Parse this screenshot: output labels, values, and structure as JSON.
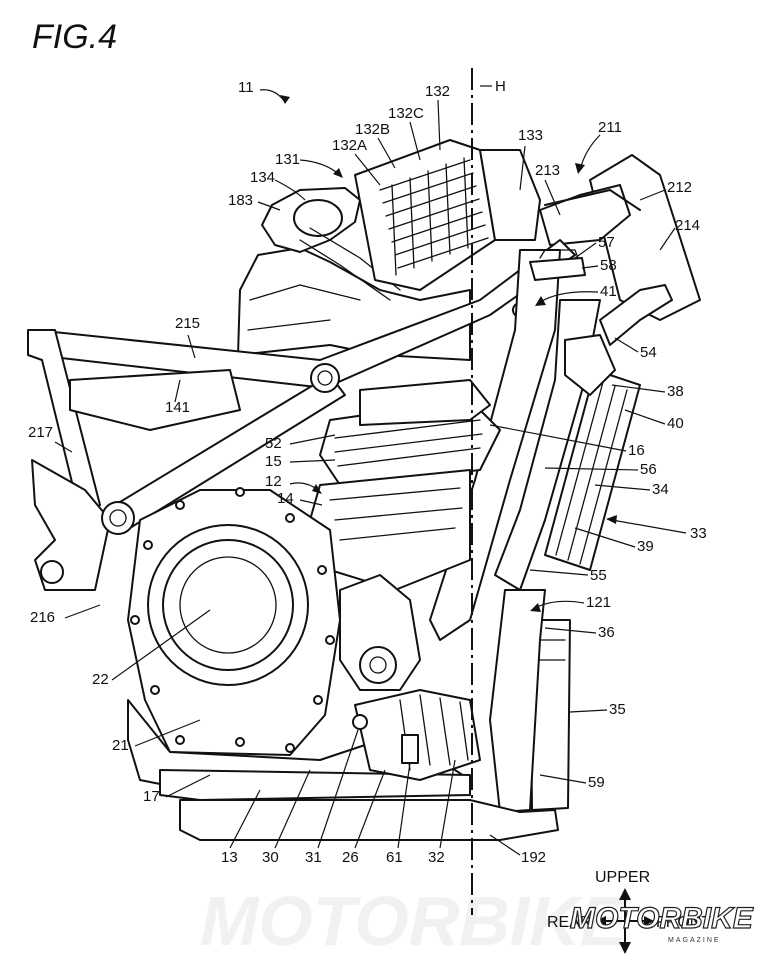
{
  "figure": {
    "title": "FIG.4"
  },
  "axis": {
    "label": "H"
  },
  "directions": {
    "upper": "UPPER",
    "rear": "REAR",
    "front": "FRONT"
  },
  "watermark": {
    "bg_text": "MOTORBIKE",
    "logo": "MOTORBIKE",
    "sub": "MAGAZINE"
  },
  "refs": {
    "r11": "11",
    "r132": "132",
    "r132C": "132C",
    "r132B": "132B",
    "r132A": "132A",
    "r131": "131",
    "r134": "134",
    "r183": "183",
    "r133": "133",
    "r211": "211",
    "r213": "213",
    "r212": "212",
    "r214": "214",
    "r57": "57",
    "r58": "58",
    "r41": "41",
    "r215": "215",
    "r54": "54",
    "r38": "38",
    "r141": "141",
    "r40": "40",
    "r217": "217",
    "r52": "52",
    "r16": "16",
    "r15": "15",
    "r56": "56",
    "r12": "12",
    "r34": "34",
    "r14": "14",
    "r33": "33",
    "r39": "39",
    "r55": "55",
    "r216": "216",
    "r121": "121",
    "r36": "36",
    "r22": "22",
    "r35": "35",
    "r21": "21",
    "r59": "59",
    "r17": "17",
    "r13": "13",
    "r30": "30",
    "r31": "31",
    "r26": "26",
    "r61": "61",
    "r32": "32",
    "r192": "192"
  }
}
